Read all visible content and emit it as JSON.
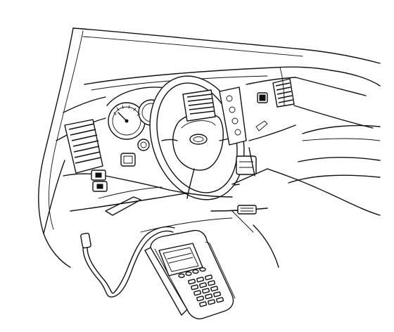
{
  "figure": {
    "subject": "",
    "elements": {
      "dashboard": "dashboard",
      "steering_wheel": "steering-wheel",
      "instrument_cluster": "instrument-cluster",
      "scan_tool": "scan-tool",
      "diagnostic_cable": "diagnostic-cable",
      "door_frame": "door-frame"
    }
  }
}
